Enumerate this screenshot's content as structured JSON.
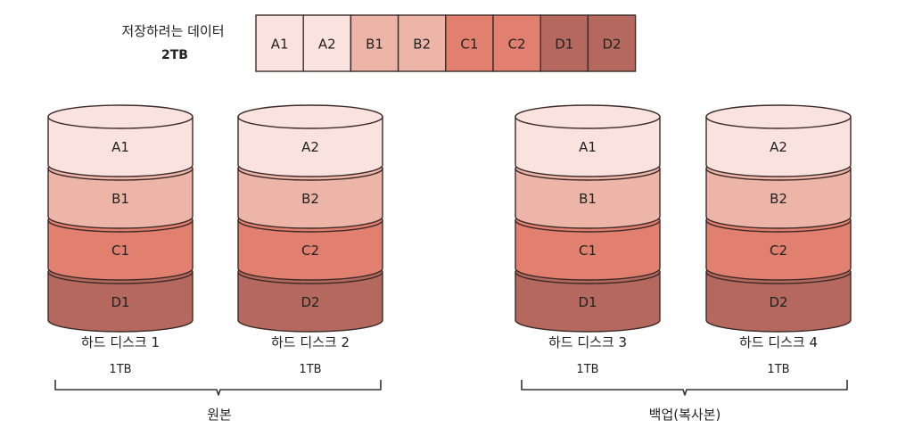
{
  "data_to_store": {
    "label": "저장하려는 데이터",
    "size": "2TB",
    "blocks": [
      "A1",
      "A2",
      "B1",
      "B2",
      "C1",
      "C2",
      "D1",
      "D2"
    ]
  },
  "colors": {
    "A": "#fae3df",
    "B": "#ecb5a8",
    "C": "#e2806f",
    "D": "#b5695e",
    "outline": "#3b2a28"
  },
  "disks": [
    {
      "name": "하드 디스크 1",
      "capacity": "1TB",
      "blocks": [
        "A1",
        "B1",
        "C1",
        "D1"
      ]
    },
    {
      "name": "하드 디스크 2",
      "capacity": "1TB",
      "blocks": [
        "A2",
        "B2",
        "C2",
        "D2"
      ]
    },
    {
      "name": "하드 디스크 3",
      "capacity": "1TB",
      "blocks": [
        "A1",
        "B1",
        "C1",
        "D1"
      ]
    },
    {
      "name": "하드 디스크 4",
      "capacity": "1TB",
      "blocks": [
        "A2",
        "B2",
        "C2",
        "D2"
      ]
    }
  ],
  "groups": {
    "original": "원본",
    "backup": "백업(복사본)"
  }
}
